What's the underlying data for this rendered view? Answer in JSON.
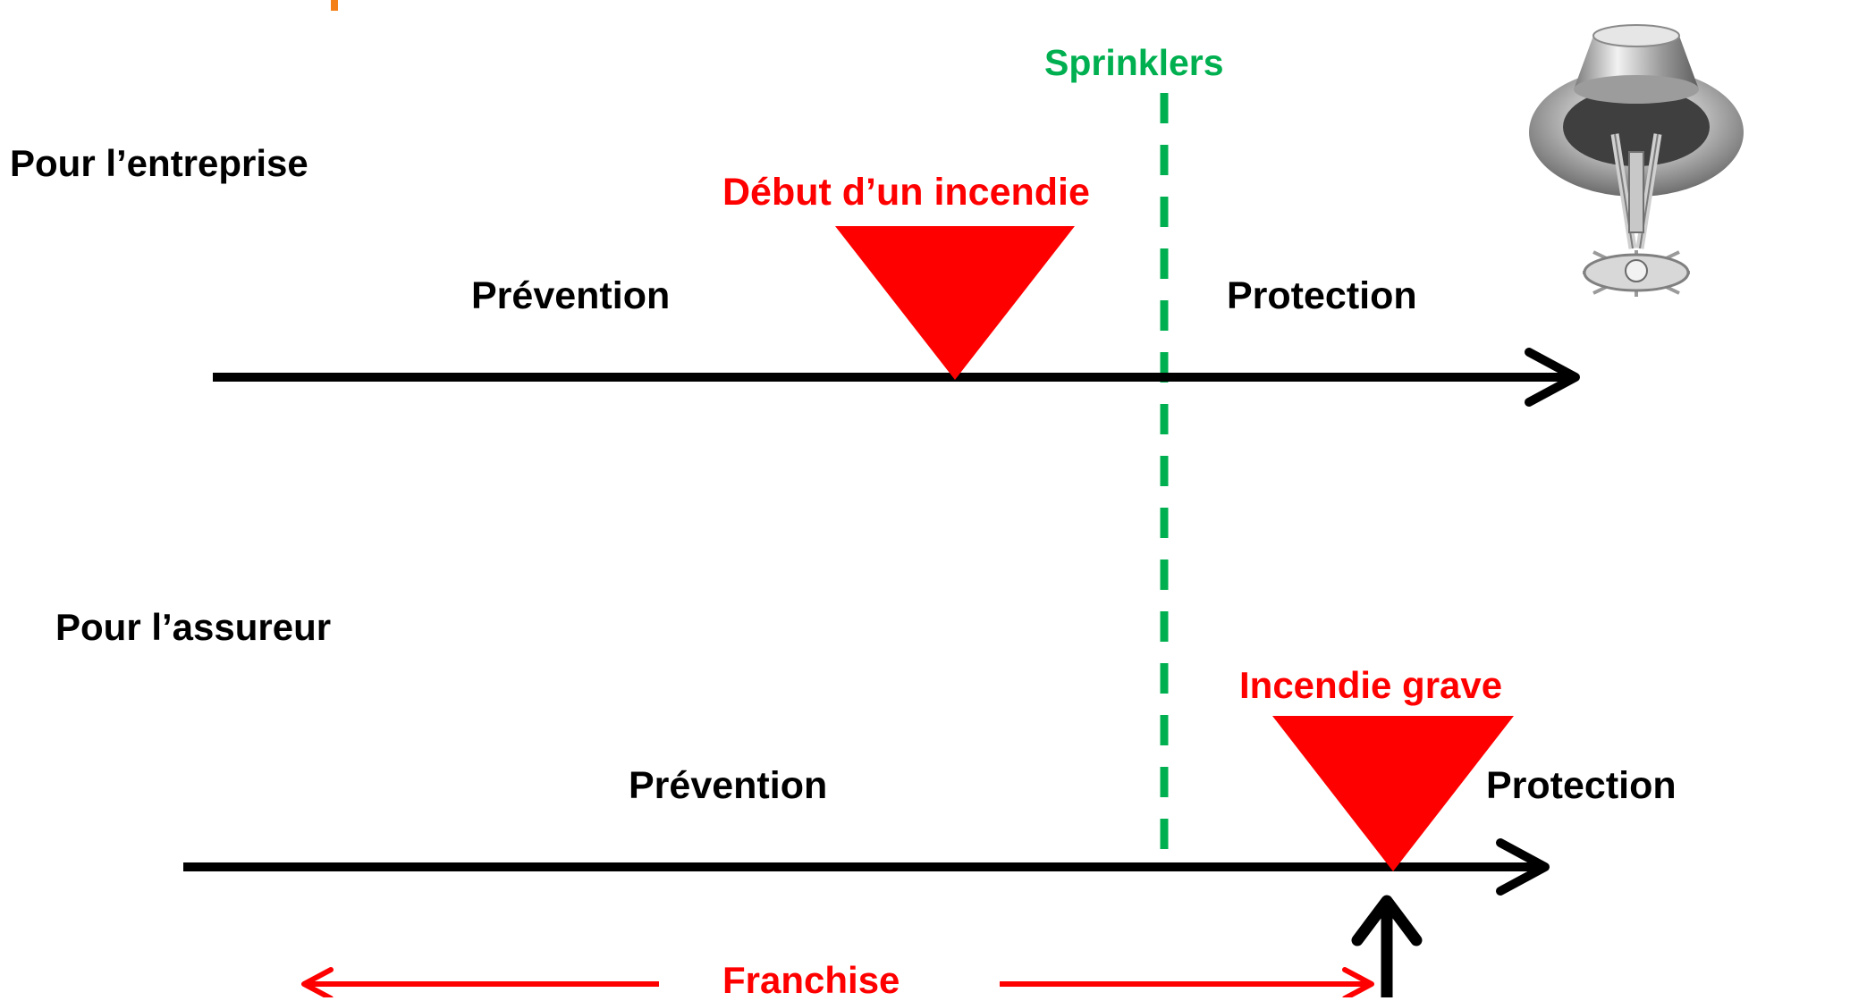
{
  "colors": {
    "timeline": "#000000",
    "event": "#ff0000",
    "threshold": "#00b050",
    "franchise": "#ff0000",
    "accent": "#f57f17"
  },
  "threshold": {
    "label": "Sprinklers"
  },
  "enterprise": {
    "heading": "Pour l’entreprise",
    "left_label": "Prévention",
    "right_label": "Protection",
    "event_label": "Début d’un incendie"
  },
  "insurer": {
    "heading": "Pour l’assureur",
    "left_label": "Prévention",
    "right_label": "Protection",
    "event_label": "Incendie grave"
  },
  "franchise": {
    "label": "Franchise"
  },
  "image": {
    "icon": "sprinkler-head-icon"
  }
}
